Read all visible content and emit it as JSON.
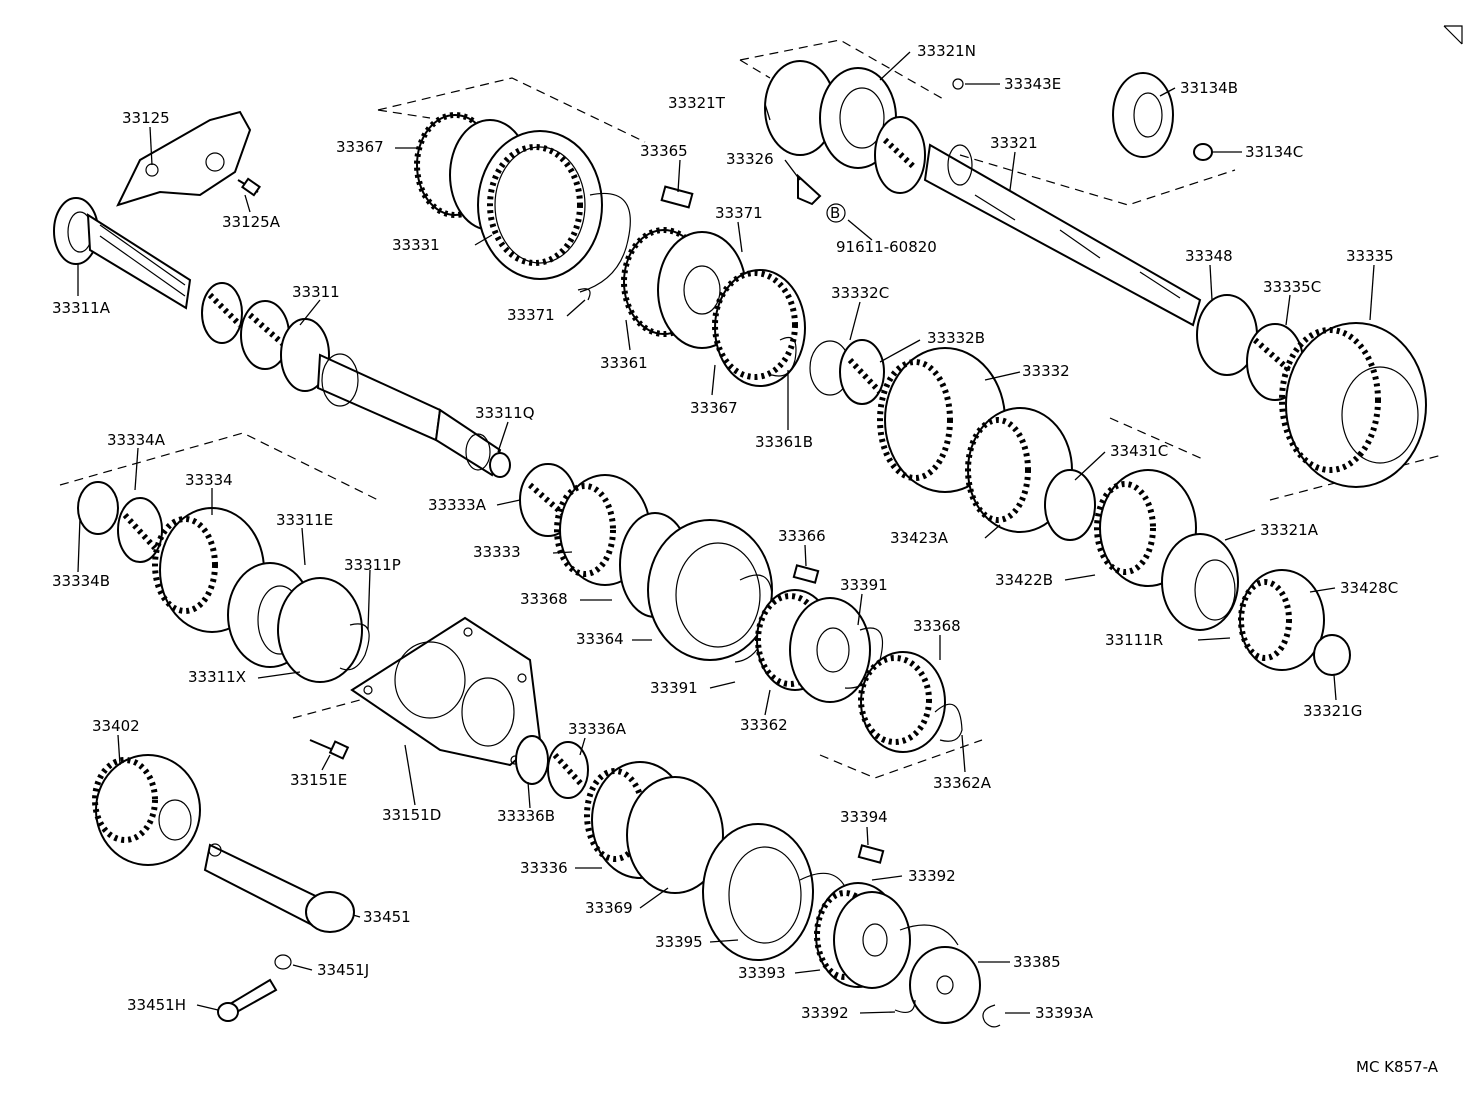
{
  "diagram": {
    "drawing_code": "MC K857-A",
    "callouts": [
      {
        "id": "c1",
        "text": "33125"
      },
      {
        "id": "c2",
        "text": "33125A"
      },
      {
        "id": "c3",
        "text": "33311A"
      },
      {
        "id": "c4",
        "text": "33311"
      },
      {
        "id": "c5",
        "text": "33367"
      },
      {
        "id": "c6",
        "text": "33331"
      },
      {
        "id": "c7",
        "text": "33365"
      },
      {
        "id": "c8",
        "text": "33371"
      },
      {
        "id": "c9",
        "text": "33371"
      },
      {
        "id": "c10",
        "text": "33361"
      },
      {
        "id": "c11",
        "text": "33367"
      },
      {
        "id": "c12",
        "text": "33361B"
      },
      {
        "id": "c13",
        "text": "33326"
      },
      {
        "id": "c14",
        "text": "91611-60820"
      },
      {
        "id": "c15",
        "text": "33321T"
      },
      {
        "id": "c16",
        "text": "33321N"
      },
      {
        "id": "c17",
        "text": "33343E"
      },
      {
        "id": "c18",
        "text": "33321"
      },
      {
        "id": "c19",
        "text": "33134B"
      },
      {
        "id": "c20",
        "text": "33134C"
      },
      {
        "id": "c21",
        "text": "33348"
      },
      {
        "id": "c22",
        "text": "33335"
      },
      {
        "id": "c23",
        "text": "33335C"
      },
      {
        "id": "c24",
        "text": "33332C"
      },
      {
        "id": "c25",
        "text": "33332B"
      },
      {
        "id": "c26",
        "text": "33332"
      },
      {
        "id": "c27",
        "text": "33431C"
      },
      {
        "id": "c28",
        "text": "33423A"
      },
      {
        "id": "c29",
        "text": "33321A"
      },
      {
        "id": "c30",
        "text": "33422B"
      },
      {
        "id": "c31",
        "text": "33428C"
      },
      {
        "id": "c32",
        "text": "33111R"
      },
      {
        "id": "c33",
        "text": "33321G"
      },
      {
        "id": "c34",
        "text": "33311Q"
      },
      {
        "id": "c35",
        "text": "33333A"
      },
      {
        "id": "c36",
        "text": "33333"
      },
      {
        "id": "c37",
        "text": "33368"
      },
      {
        "id": "c38",
        "text": "33364"
      },
      {
        "id": "c39",
        "text": "33366"
      },
      {
        "id": "c40",
        "text": "33391"
      },
      {
        "id": "c41",
        "text": "33391"
      },
      {
        "id": "c42",
        "text": "33362"
      },
      {
        "id": "c43",
        "text": "33368"
      },
      {
        "id": "c44",
        "text": "33362A"
      },
      {
        "id": "c45",
        "text": "33334A"
      },
      {
        "id": "c46",
        "text": "33334"
      },
      {
        "id": "c47",
        "text": "33311E"
      },
      {
        "id": "c48",
        "text": "33311P"
      },
      {
        "id": "c49",
        "text": "33334B"
      },
      {
        "id": "c50",
        "text": "33311X"
      },
      {
        "id": "c51",
        "text": "33402"
      },
      {
        "id": "c52",
        "text": "33151E"
      },
      {
        "id": "c53",
        "text": "33151D"
      },
      {
        "id": "c54",
        "text": "33336A"
      },
      {
        "id": "c55",
        "text": "33336B"
      },
      {
        "id": "c56",
        "text": "33336"
      },
      {
        "id": "c57",
        "text": "33369"
      },
      {
        "id": "c58",
        "text": "33395"
      },
      {
        "id": "c59",
        "text": "33394"
      },
      {
        "id": "c60",
        "text": "33392"
      },
      {
        "id": "c61",
        "text": "33393"
      },
      {
        "id": "c62",
        "text": "33385"
      },
      {
        "id": "c63",
        "text": "33392"
      },
      {
        "id": "c64",
        "text": "33393A"
      },
      {
        "id": "c65",
        "text": "33451"
      },
      {
        "id": "c66",
        "text": "33451J"
      },
      {
        "id": "c67",
        "text": "33451H"
      }
    ]
  }
}
